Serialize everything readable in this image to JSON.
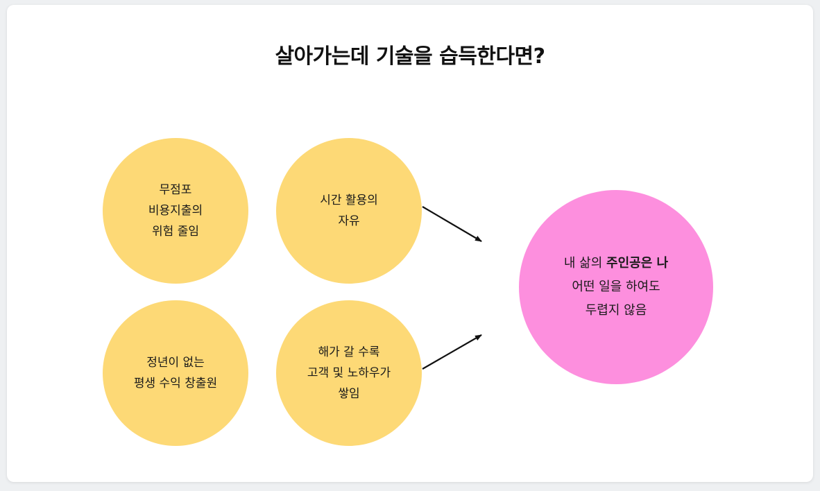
{
  "title": "살아가는데 기술을 습득한다면?",
  "colors": {
    "benefit": "#fdd976",
    "result": "#fd8fde",
    "arrow": "#111111"
  },
  "benefits": [
    {
      "lines": [
        "무점포",
        "비용지출의",
        "위험 줄임"
      ]
    },
    {
      "lines": [
        "시간 활용의",
        "자유"
      ]
    },
    {
      "lines": [
        "정년이 없는",
        "평생 수익 창출원"
      ]
    },
    {
      "lines": [
        "해가 갈 수록",
        "고객 및 노하우가",
        "쌓임"
      ]
    }
  ],
  "result": {
    "line1_normal": "내 삶의 ",
    "line1_bold": "주인공은 나",
    "line2": "어떤 일을 하여도",
    "line3": "두렵지 않음"
  }
}
